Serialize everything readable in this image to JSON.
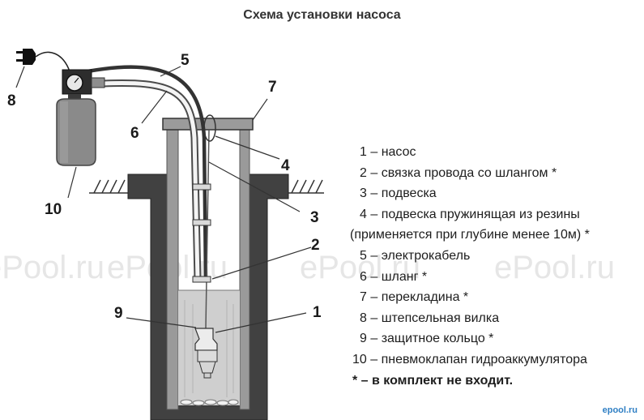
{
  "title": "Схема установки насоса",
  "numbers": [
    "1",
    "2",
    "3",
    "4",
    "5",
    "6",
    "7",
    "8",
    "9",
    "10"
  ],
  "watermark": "ePool.ru",
  "legend": [
    "1 – насос",
    "2 – связка провода со шлангом *",
    "3 – подвеска",
    "4 – подвеска пружинящая из резины",
    "(применяется при глубине менее 10м) *",
    "5 – электрокабель",
    "6 – шланг *",
    "7 – перекладина *",
    "8 – штепсельная вилка",
    "9 – защитное кольцо *",
    "10 – пневмоклапан гидроаккумулятора"
  ],
  "footnote": "* – в комплект не входит.",
  "brand": "epool.ru"
}
